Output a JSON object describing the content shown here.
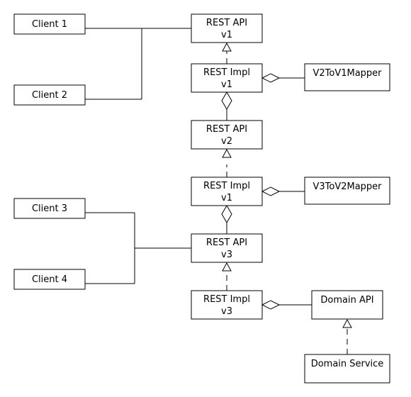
{
  "clients": {
    "c1": "Client 1",
    "c2": "Client 2",
    "c3": "Client 3",
    "c4": "Client 4"
  },
  "api_v1": {
    "line1": "REST API",
    "line2": "v1"
  },
  "impl_v1_top": {
    "line1": "REST Impl",
    "line2": "v1"
  },
  "mapper_v2_v1": "V2ToV1Mapper",
  "api_v2": {
    "line1": "REST API",
    "line2": "v2"
  },
  "impl_v1_mid": {
    "line1": "REST Impl",
    "line2": "v1"
  },
  "mapper_v3_v2": "V3ToV2Mapper",
  "api_v3": {
    "line1": "REST API",
    "line2": "v3"
  },
  "impl_v3": {
    "line1": "REST Impl",
    "line2": "v3"
  },
  "domain_api": "Domain API",
  "domain_service": "Domain Service"
}
